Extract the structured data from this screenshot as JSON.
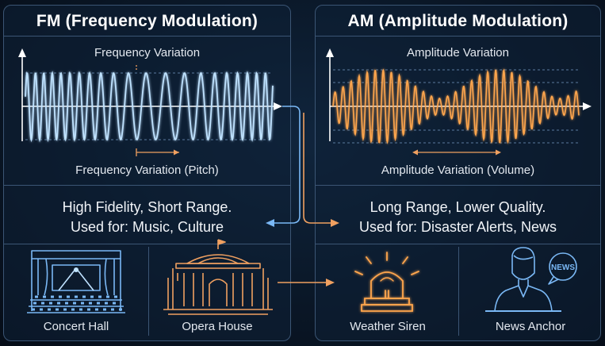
{
  "fm": {
    "title": "FM (Frequency Modulation)",
    "wave_top_label": "Frequency Variation",
    "wave_bottom_label": "Frequency Variation (Pitch)",
    "desc_line1": "High Fidelity, Short Range.",
    "desc_line2": "Used for: Music, Culture",
    "icons": [
      {
        "label": "Concert Hall",
        "icon": "concert-hall-icon"
      },
      {
        "label": "Opera House",
        "icon": "opera-house-icon"
      }
    ]
  },
  "am": {
    "title": "AM (Amplitude Modulation)",
    "wave_top_label": "Amplitude Variation",
    "wave_bottom_label": "Amplitude Variation (Volume)",
    "desc_line1": "Long Range, Lower Quality.",
    "desc_line2": "Used for: Disaster Alerts, News",
    "icons": [
      {
        "label": "Weather Siren",
        "icon": "weather-siren-icon"
      },
      {
        "label": "News Anchor",
        "icon": "news-anchor-icon",
        "badge": "NEWS"
      }
    ]
  },
  "colors": {
    "fm_wave": "#bfe2ff",
    "am_wave": "#ffa64d",
    "connector_blue": "#7ab8f5",
    "connector_orange": "#f0a060",
    "panel_border": "#3b5574"
  }
}
